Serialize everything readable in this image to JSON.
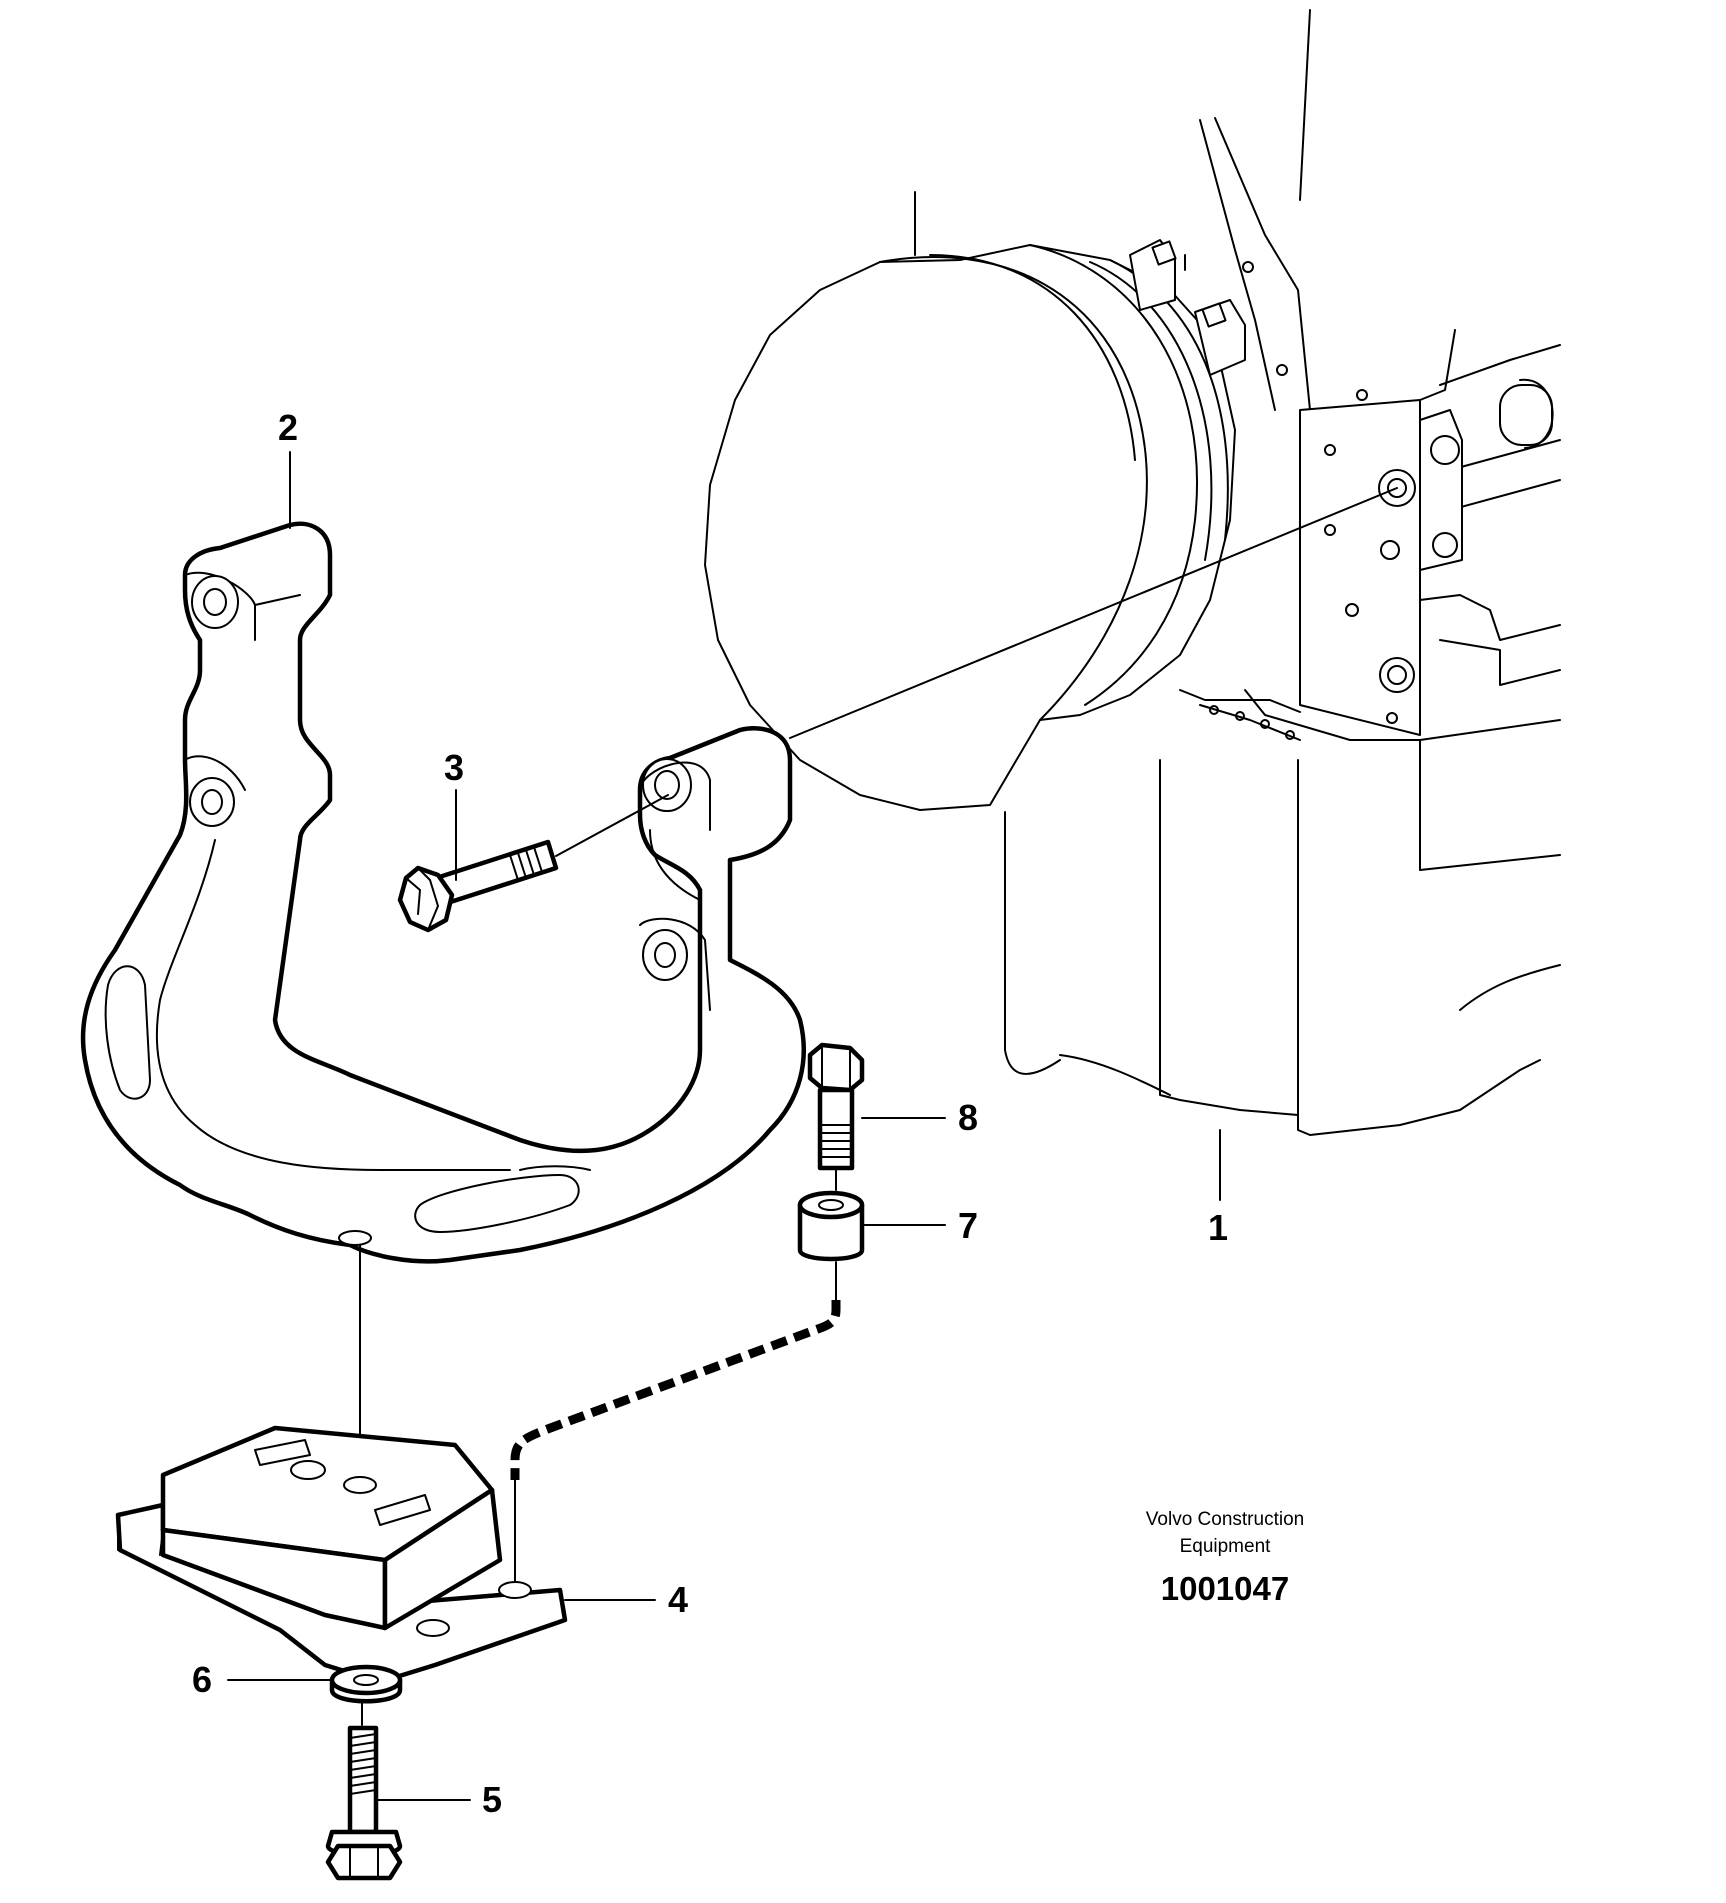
{
  "diagram": {
    "callouts": [
      {
        "id": "1",
        "label": "1"
      },
      {
        "id": "2",
        "label": "2"
      },
      {
        "id": "3",
        "label": "3"
      },
      {
        "id": "4",
        "label": "4"
      },
      {
        "id": "5",
        "label": "5"
      },
      {
        "id": "6",
        "label": "6"
      },
      {
        "id": "7",
        "label": "7"
      },
      {
        "id": "8",
        "label": "8"
      }
    ],
    "brand_line1": "Volvo Construction",
    "brand_line2": "Equipment",
    "drawing_number": "1001047"
  }
}
